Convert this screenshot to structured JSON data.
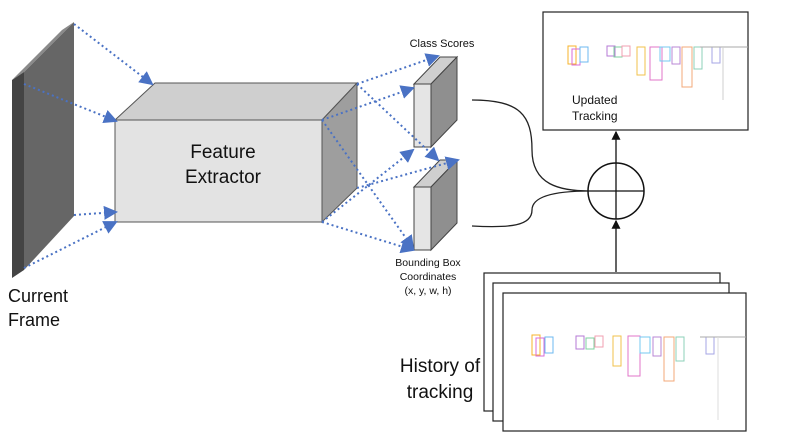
{
  "labels": {
    "current_frame": [
      "Current",
      "Frame"
    ],
    "feature_extractor": [
      "Feature",
      "Extractor"
    ],
    "class_scores": "Class Scores",
    "bounding_box": [
      "Bounding Box",
      "Coordinates",
      "(x, y, w, h)"
    ],
    "updated_tracking": [
      "Updated",
      "Tracking"
    ],
    "history": [
      "History of",
      "tracking"
    ]
  },
  "colors": {
    "arrow_blue": "#4a72c4",
    "frame_dark": "#555555",
    "box_light": "#e3e3e3",
    "box_side": "#9e9e9e",
    "box_top": "#cfcfcf",
    "outline": "#333333"
  }
}
